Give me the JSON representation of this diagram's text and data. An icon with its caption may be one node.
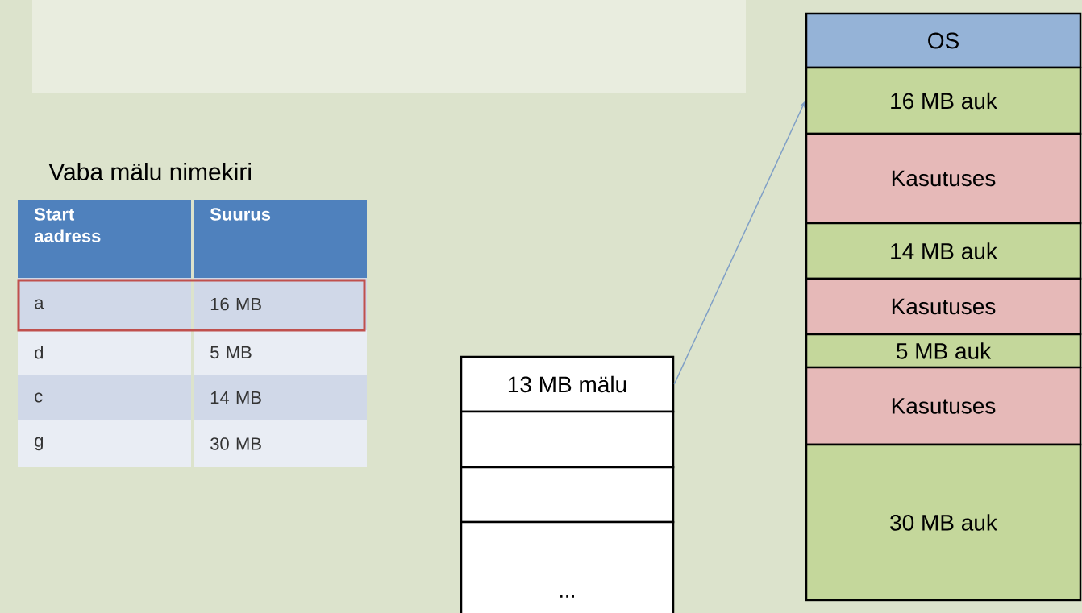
{
  "diagram": {
    "nodes": [
      {
        "text": [
          "OS"
        ]
      },
      {
        "text": [
          "16 MB auk"
        ]
      },
      {
        "text": [
          "Kasutuses"
        ]
      },
      {
        "text": [
          "14 MB auk"
        ]
      },
      {
        "text": [
          "Kasutuses"
        ]
      },
      {
        "text": [
          "5 MB auk"
        ]
      },
      {
        "text": [
          "Kasutuses"
        ]
      },
      {
        "text": [
          "30 MB auk"
        ]
      },
      {
        "text": [
          "13 MB mälu"
        ]
      },
      {
        "text": [],
        "shape": "box"
      },
      {
        "text": [],
        "shape": "box"
      },
      {
        "text": [
          "..."
        ]
      }
    ],
    "edges": [
      {
        "from": 8,
        "to": 1,
        "arrow": "to"
      }
    ],
    "labels": [
      "Vaba mälu nimekiri",
      "Start aadress",
      "Suurus",
      "a",
      "16 MB",
      "d",
      "5 MB",
      "c",
      "14 MB",
      "g",
      "30 MB"
    ]
  }
}
